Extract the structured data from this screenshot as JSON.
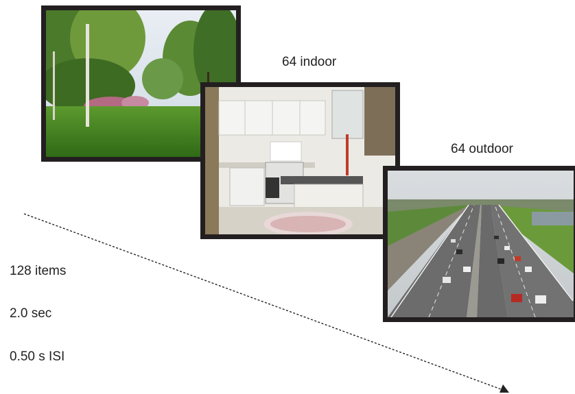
{
  "labels": {
    "indoor": "64 indoor",
    "outdoor": "64 outdoor"
  },
  "parameters": {
    "items": "128 items",
    "duration": "2.0 sec",
    "isi": "0.50 s ISI"
  },
  "images": [
    {
      "scene": "park with birch trees and lawn"
    },
    {
      "scene": "kitchen interior"
    },
    {
      "scene": "highway with cars"
    }
  ],
  "colors": {
    "frame": "#231f20",
    "arrow": "#222222"
  }
}
